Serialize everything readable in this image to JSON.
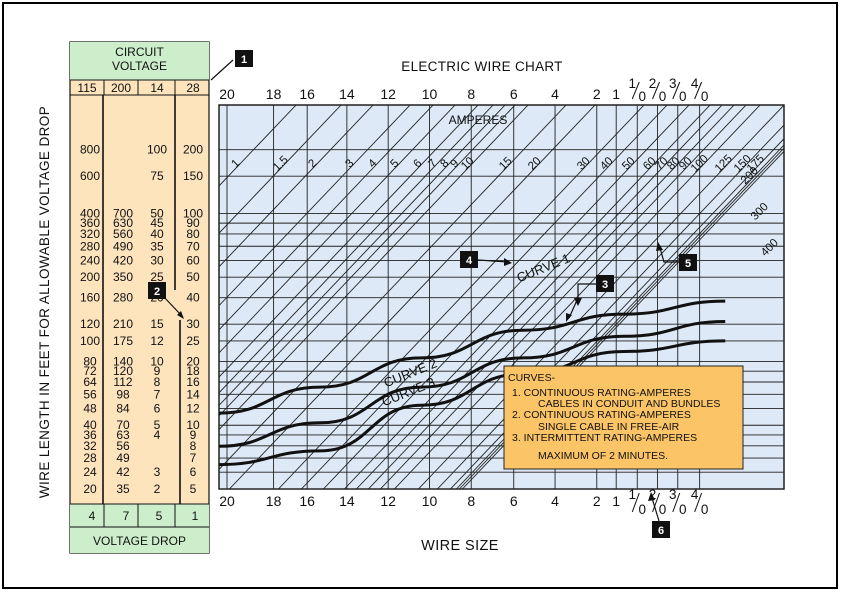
{
  "title": "ELECTRIC WIRE CHART",
  "vertical_title": "WIRE LENGTH IN FEET FOR ALLOWABLE VOLTAGE DROP",
  "x_axis_label": "WIRE SIZE",
  "voltage_panel": {
    "header": [
      "CIRCUIT",
      "VOLTAGE"
    ],
    "footer": "VOLTAGE DROP",
    "columns": [
      "115",
      "200",
      "14",
      "28"
    ],
    "drops": [
      "4",
      "7",
      "5",
      "1"
    ],
    "rows": [
      [
        "800",
        "",
        "100",
        "200"
      ],
      [
        "600",
        "",
        "75",
        "150"
      ],
      [
        "400",
        "700",
        "50",
        "100"
      ],
      [
        "360",
        "630",
        "45",
        "90"
      ],
      [
        "320",
        "560",
        "40",
        "80"
      ],
      [
        "280",
        "490",
        "35",
        "70"
      ],
      [
        "240",
        "420",
        "30",
        "60"
      ],
      [
        "200",
        "350",
        "25",
        "50"
      ],
      [
        "160",
        "280",
        "20",
        "40"
      ],
      [
        "120",
        "210",
        "15",
        "30"
      ],
      [
        "100",
        "175",
        "12",
        "25"
      ],
      [
        "80",
        "140",
        "10",
        "20"
      ],
      [
        "72",
        "120",
        "9",
        "18"
      ],
      [
        "64",
        "112",
        "8",
        "16"
      ],
      [
        "56",
        "98",
        "7",
        "14"
      ],
      [
        "48",
        "84",
        "6",
        "12"
      ],
      [
        "40",
        "70",
        "5",
        "10"
      ],
      [
        "36",
        "63",
        "4",
        "9"
      ],
      [
        "32",
        "56",
        "",
        "8"
      ],
      [
        "28",
        "49",
        "",
        "7"
      ],
      [
        "24",
        "42",
        "3",
        "6"
      ],
      [
        "20",
        "35",
        "2",
        "5"
      ]
    ],
    "row_levels": [
      800,
      600,
      400,
      360,
      320,
      280,
      240,
      200,
      160,
      120,
      100,
      80,
      72,
      64,
      56,
      48,
      40,
      36,
      32,
      28,
      24,
      20
    ]
  },
  "wire_sizes": [
    {
      "label": "20",
      "pos": 0
    },
    {
      "label": "18",
      "pos": 0.115
    },
    {
      "label": "16",
      "pos": 0.198
    },
    {
      "label": "14",
      "pos": 0.296
    },
    {
      "label": "12",
      "pos": 0.398
    },
    {
      "label": "10",
      "pos": 0.5
    },
    {
      "label": "8",
      "pos": 0.603
    },
    {
      "label": "6",
      "pos": 0.708
    },
    {
      "label": "4",
      "pos": 0.81
    },
    {
      "label": "2",
      "pos": 0.913
    },
    {
      "label": "1",
      "pos": 0.961
    },
    {
      "label": "1/0",
      "pos": 1.013
    },
    {
      "label": "2/0",
      "pos": 1.063
    },
    {
      "label": "3/0",
      "pos": 1.113
    },
    {
      "label": "4/0",
      "pos": 1.167
    }
  ],
  "amperes_label": "AMPERES",
  "ampere_lines": [
    "1",
    "1.5",
    "2",
    "3",
    "4",
    "5",
    "6",
    "7",
    "8",
    "9",
    "10",
    "15",
    "20",
    "30",
    "40",
    "50",
    "60",
    "70",
    "80",
    "90",
    "100",
    "125",
    "150",
    "175",
    "200",
    "300",
    "400"
  ],
  "curves": [
    {
      "name": "CURVE 1",
      "points": [
        [
          0,
          22
        ],
        [
          0.25,
          38
        ],
        [
          0.5,
          70
        ],
        [
          0.75,
          125
        ],
        [
          1.0,
          175
        ],
        [
          1.25,
          230
        ]
      ]
    },
    {
      "name": "CURVE 2",
      "points": [
        [
          0,
          11
        ],
        [
          0.25,
          18
        ],
        [
          0.5,
          38
        ],
        [
          0.75,
          70
        ],
        [
          1.0,
          110
        ],
        [
          1.25,
          150
        ]
      ]
    },
    {
      "name": "CURVE 3",
      "points": [
        [
          0,
          7.5
        ],
        [
          0.25,
          10
        ],
        [
          0.5,
          26
        ],
        [
          0.75,
          50
        ],
        [
          1.0,
          80
        ],
        [
          1.25,
          100
        ]
      ]
    }
  ],
  "legend": {
    "title": "CURVES-",
    "lines": [
      "1. CONTINUOUS RATING-AMPERES",
      "CABLES IN CONDUIT AND BUNDLES",
      "2. CONTINUOUS RATING-AMPERES",
      "SINGLE CABLE IN FREE-AIR",
      "3. INTERMITTENT RATING-AMPERES",
      "MAXIMUM OF 2 MINUTES."
    ]
  },
  "callouts": [
    "1",
    "2",
    "3",
    "4",
    "5",
    "6"
  ],
  "colors": {
    "plot_bg": "#dde9f6",
    "panel_bg": "#fde4bd",
    "panel_header": "#cdeecb",
    "legend_bg": "#fbc466",
    "ink": "#111111"
  }
}
